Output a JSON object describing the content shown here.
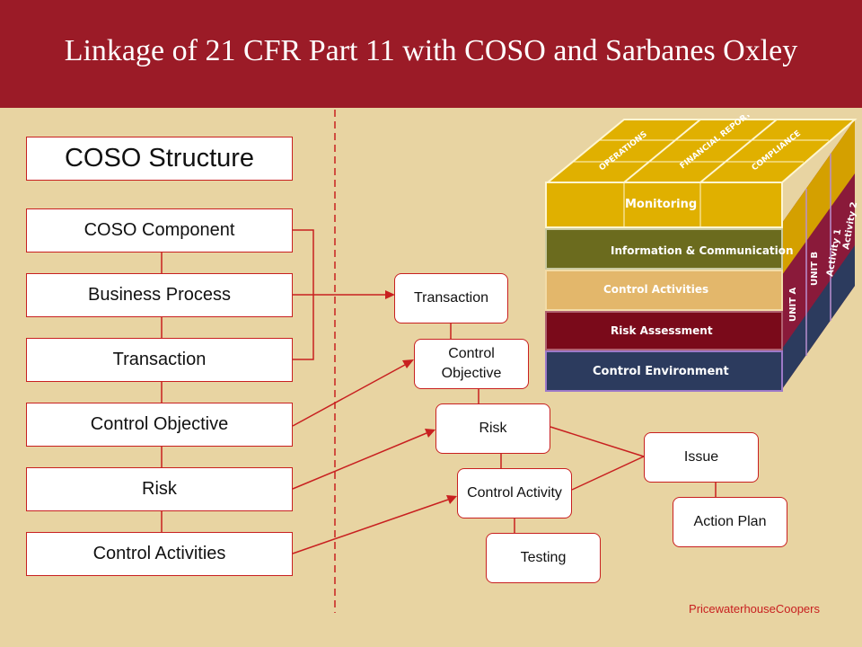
{
  "title": "Linkage of 21 CFR Part 11 with COSO and Sarbanes Oxley",
  "left": {
    "header": "COSO Structure",
    "items": [
      "COSO Component",
      "Business Process",
      "Transaction",
      "Control Objective",
      "Risk",
      "Control Activities"
    ]
  },
  "right": {
    "transaction": "Transaction",
    "control_objective": "Control Objective",
    "risk": "Risk",
    "control_activity": "Control Activity",
    "testing": "Testing",
    "issue": "Issue",
    "action_plan": "Action Plan"
  },
  "cube": {
    "top_labels": [
      "OPERATIONS",
      "FINANCIAL REPORTING",
      "COMPLIANCE"
    ],
    "layers": [
      "Monitoring",
      "Information & Communication",
      "Control Activities",
      "Risk Assessment",
      "Control Environment"
    ],
    "side_labels": [
      "UNIT A",
      "UNIT B",
      "Activity 1",
      "Activity 2"
    ]
  },
  "footer": "PricewaterhouseCoopers",
  "colors": {
    "header": "#9b1b27",
    "background": "#e8d4a2",
    "line": "#c82020",
    "monitoring": "#e0b000",
    "information": "#6b6b1e",
    "control_activities": "#e3b76b",
    "risk_assessment": "#7a0a1a",
    "control_environment": "#2c3b5e"
  }
}
